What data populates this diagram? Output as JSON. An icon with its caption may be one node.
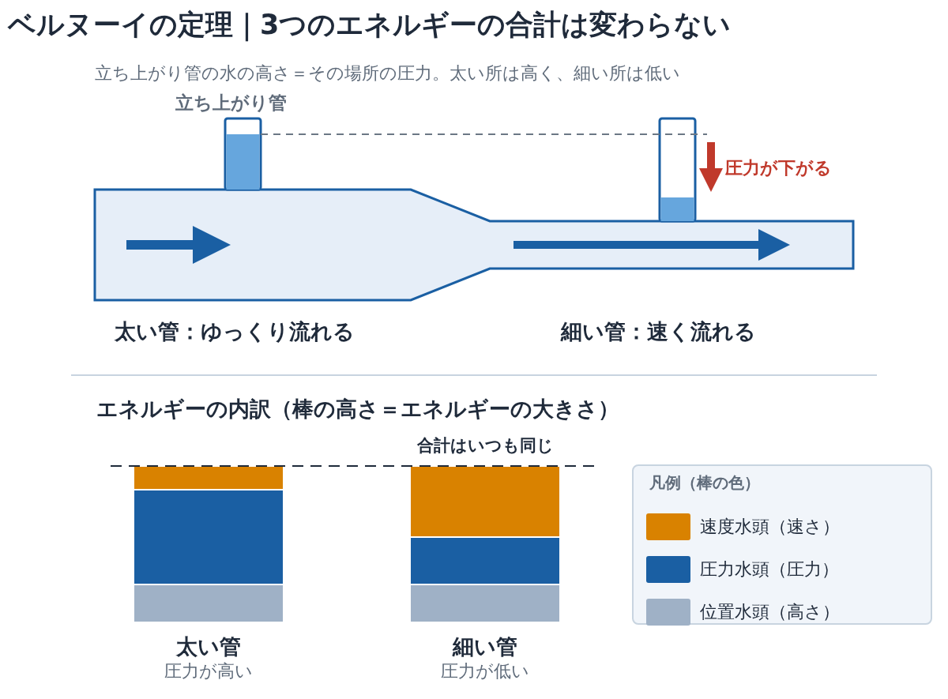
{
  "diagram": {
    "title": "ベルヌーイの定理｜3つのエネルギーの合計は変わらない",
    "nodes": [
      {
        "text": [
          "太い管",
          "圧力が高い"
        ]
      },
      {
        "text": [
          "細い管",
          "圧力が低い"
        ]
      }
    ],
    "edges": [],
    "labels": [
      "立ち上がり管の水の高さ＝その場所の圧力。太い所は高く、細い所は低い",
      "立ち上がり管",
      "圧力が下がる",
      "太い管：ゆっくり流れる",
      "細い管：速く流れる",
      "エネルギーの内訳（棒の高さ＝エネルギーの大きさ）",
      "合計はいつも同じ",
      "凡例（棒の色）"
    ],
    "legend": [
      {
        "text": "速度水頭（速さ）",
        "color": "#d98200"
      },
      {
        "text": "圧力水頭（圧力）",
        "color": "#1a5fa3"
      },
      {
        "text": "位置水頭（高さ）",
        "color": "#9fb1c6"
      }
    ]
  }
}
